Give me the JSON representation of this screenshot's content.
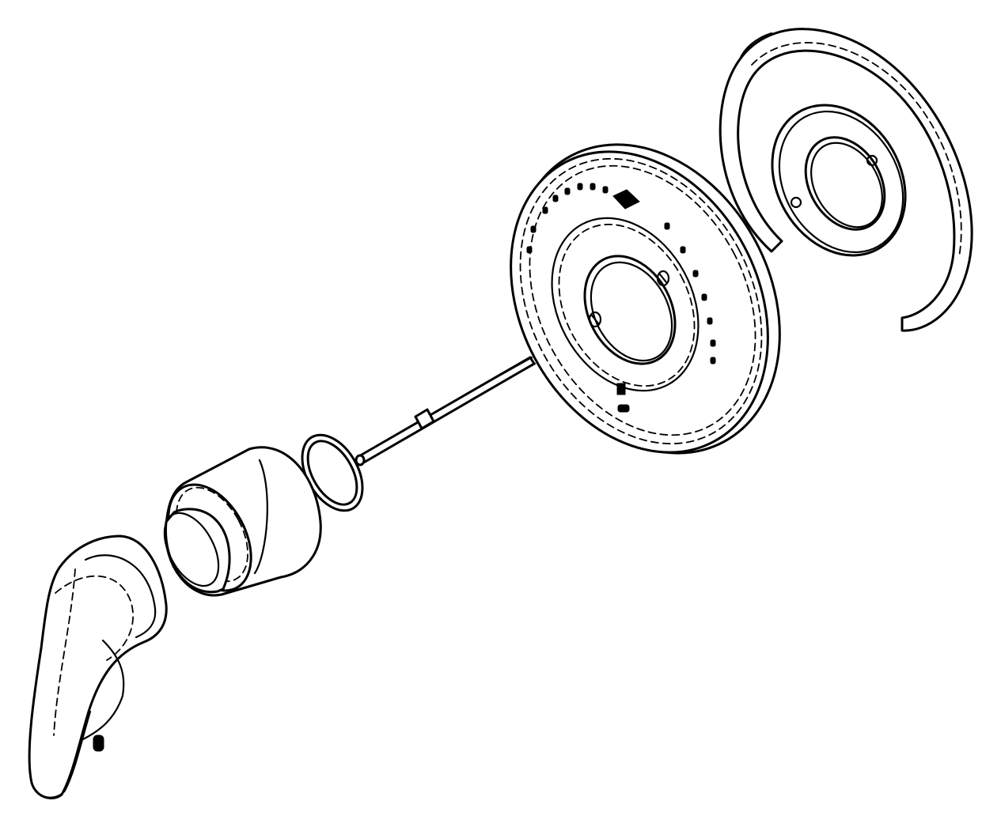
{
  "diagram": {
    "kind": "exploded-parts-drawing",
    "style": {
      "line_color": "#000000",
      "background_color": "#ffffff"
    },
    "parts": [
      {
        "id": "lever-handle",
        "icon": "lever-handle-icon"
      },
      {
        "id": "set-screw",
        "icon": "set-screw-icon"
      },
      {
        "id": "handle-adapter-sleeve",
        "icon": "sleeve-icon"
      },
      {
        "id": "o-ring",
        "icon": "o-ring-icon"
      },
      {
        "id": "spindle-extension",
        "icon": "spindle-icon"
      },
      {
        "id": "escutcheon-plate",
        "icon": "escutcheon-icon"
      },
      {
        "id": "mounting-plate",
        "icon": "mounting-plate-icon"
      }
    ]
  }
}
